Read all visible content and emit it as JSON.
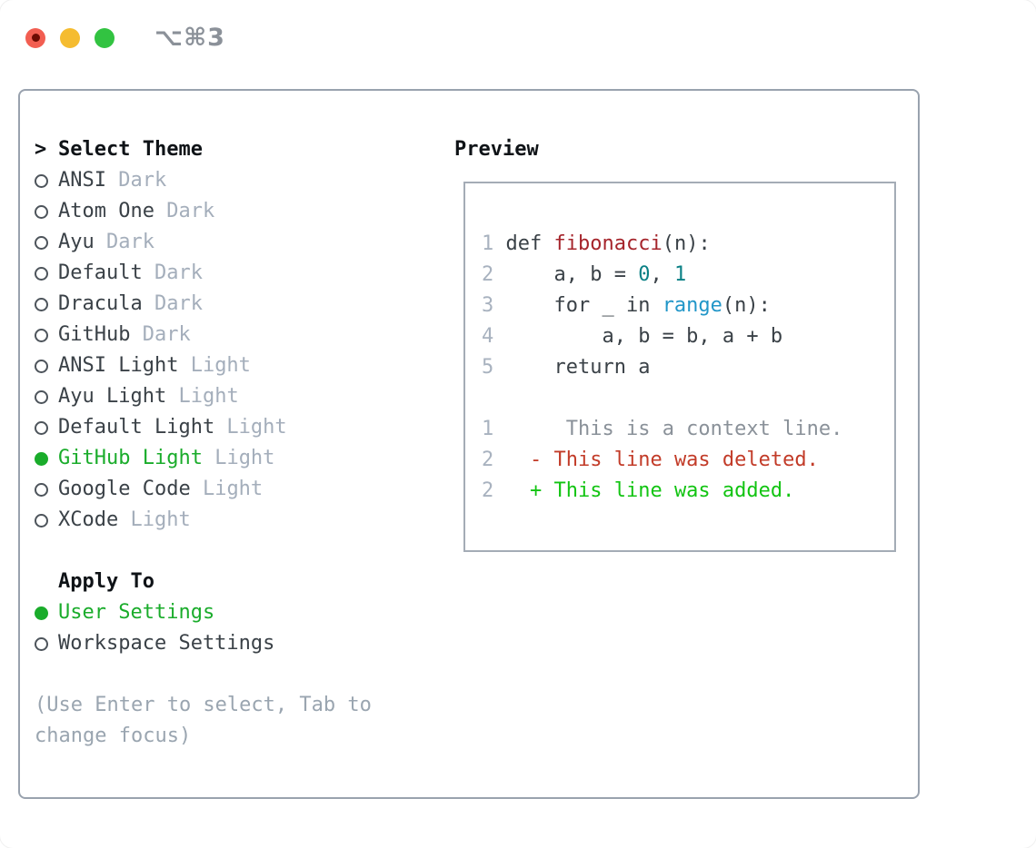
{
  "titlebar": {
    "shortcut": "⌥⌘3",
    "buttons": [
      "close",
      "minimize",
      "zoom"
    ]
  },
  "theme_selector": {
    "title_prefix": ">",
    "title": "Select Theme",
    "themes": [
      {
        "name": "ANSI",
        "variant": "Dark",
        "selected": false
      },
      {
        "name": "Atom One",
        "variant": "Dark",
        "selected": false
      },
      {
        "name": "Ayu",
        "variant": "Dark",
        "selected": false
      },
      {
        "name": "Default",
        "variant": "Dark",
        "selected": false
      },
      {
        "name": "Dracula",
        "variant": "Dark",
        "selected": false
      },
      {
        "name": "GitHub",
        "variant": "Dark",
        "selected": false
      },
      {
        "name": "ANSI Light",
        "variant": "Light",
        "selected": false
      },
      {
        "name": "Ayu Light",
        "variant": "Light",
        "selected": false
      },
      {
        "name": "Default Light",
        "variant": "Light",
        "selected": false
      },
      {
        "name": "GitHub Light",
        "variant": "Light",
        "selected": true
      },
      {
        "name": "Google Code",
        "variant": "Light",
        "selected": false
      },
      {
        "name": "XCode",
        "variant": "Light",
        "selected": false
      }
    ],
    "apply_section": {
      "title": "Apply To",
      "options": [
        {
          "name": "User Settings",
          "selected": true
        },
        {
          "name": "Workspace Settings",
          "selected": false
        }
      ]
    },
    "hint_lines": [
      "(Use Enter to select, Tab to",
      "change focus)"
    ]
  },
  "preview": {
    "title": "Preview",
    "code_lines": [
      {
        "num": "1",
        "segments": [
          [
            "def ",
            "code"
          ],
          [
            "fibonacci",
            "func"
          ],
          [
            "(n):",
            "code"
          ]
        ]
      },
      {
        "num": "2",
        "segments": [
          [
            "    a, b = ",
            "code"
          ],
          [
            "0",
            "num"
          ],
          [
            ", ",
            "code"
          ],
          [
            "1",
            "num"
          ]
        ]
      },
      {
        "num": "3",
        "segments": [
          [
            "    for _ in ",
            "code"
          ],
          [
            "range",
            "builtin"
          ],
          [
            "(n):",
            "code"
          ]
        ]
      },
      {
        "num": "4",
        "segments": [
          [
            "        a, b = b, a + b",
            "code"
          ]
        ]
      },
      {
        "num": "5",
        "segments": [
          [
            "    return a",
            "code"
          ]
        ]
      }
    ],
    "diff_lines": [
      {
        "num": "1",
        "gap": "      ",
        "marker": "",
        "text": "This is a context line.",
        "kind": "context"
      },
      {
        "num": "2",
        "gap": "   ",
        "marker": "- ",
        "text": "This line was deleted.",
        "kind": "deleted"
      },
      {
        "num": "2",
        "gap": "   ",
        "marker": "+ ",
        "text": "This line was added.",
        "kind": "added"
      }
    ]
  },
  "colors": {
    "accent_green": "#1aac2b",
    "added_green": "#12c412",
    "deleted_red": "#c23b28",
    "context_gray": "#8a9199",
    "function_red": "#a5242b",
    "number_teal": "#0a8085",
    "builtin_blue": "#2196c8",
    "muted_gray": "#a4aebb",
    "text_dark": "#3a4147",
    "panel_border": "#99a2ae",
    "traffic_red": "#f25e51",
    "traffic_yellow": "#f5bc30",
    "traffic_green": "#32c341"
  }
}
